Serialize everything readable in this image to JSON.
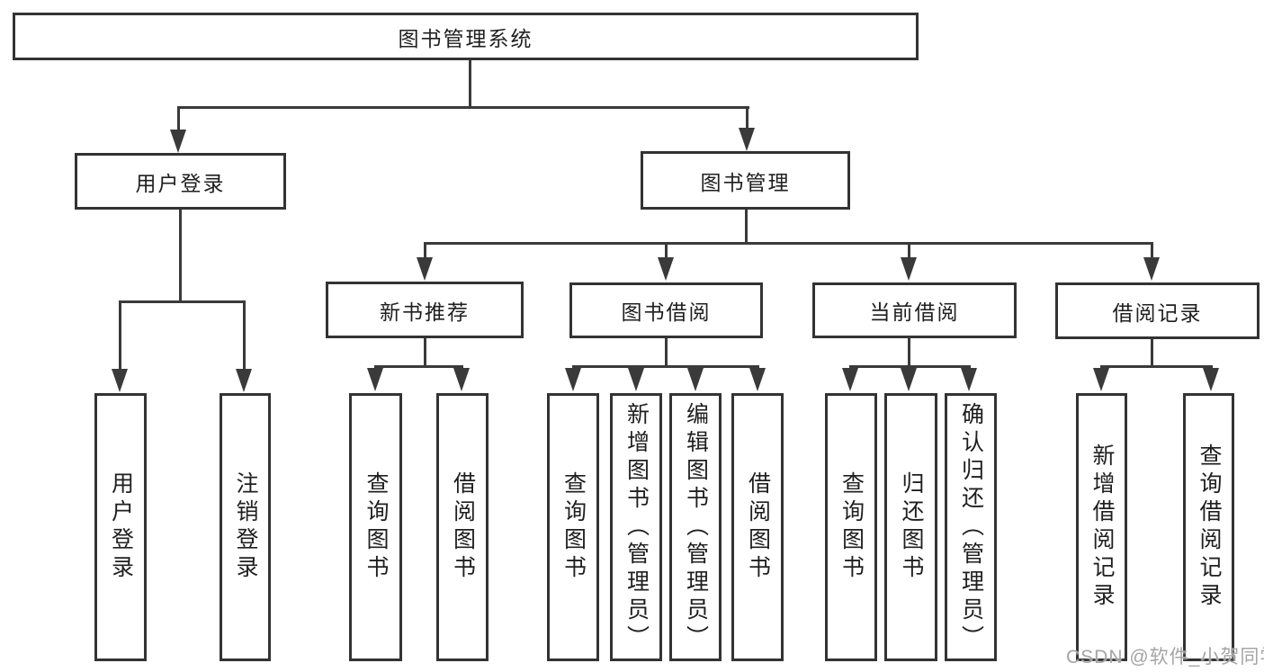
{
  "diagram": {
    "type": "tree",
    "title": "图书管理系统",
    "root": {
      "label": "图书管理系统",
      "children": [
        {
          "label": "用户登录",
          "children": [
            {
              "label": "用户登录"
            },
            {
              "label": "注销登录"
            }
          ]
        },
        {
          "label": "图书管理",
          "children": [
            {
              "label": "新书推荐",
              "children": [
                {
                  "label": "查询图书"
                },
                {
                  "label": "借阅图书"
                }
              ]
            },
            {
              "label": "图书借阅",
              "children": [
                {
                  "label": "查询图书"
                },
                {
                  "label": "新增图书（管理员）"
                },
                {
                  "label": "编辑图书（管理员）"
                },
                {
                  "label": "借阅图书"
                }
              ]
            },
            {
              "label": "当前借阅",
              "children": [
                {
                  "label": "查询图书"
                },
                {
                  "label": "归还图书"
                },
                {
                  "label": "确认归还（管理员）"
                }
              ]
            },
            {
              "label": "借阅记录",
              "children": [
                {
                  "label": "新增借阅记录"
                },
                {
                  "label": "查询借阅记录"
                }
              ]
            }
          ]
        }
      ]
    }
  },
  "watermark": {
    "text": "CSDN @软件_小贺同学"
  },
  "colors": {
    "line": "#3a3a3a",
    "box_border": "#333333",
    "text": "#1f1f1f",
    "watermark": "#a5a5a5",
    "background": "#ffffff"
  }
}
